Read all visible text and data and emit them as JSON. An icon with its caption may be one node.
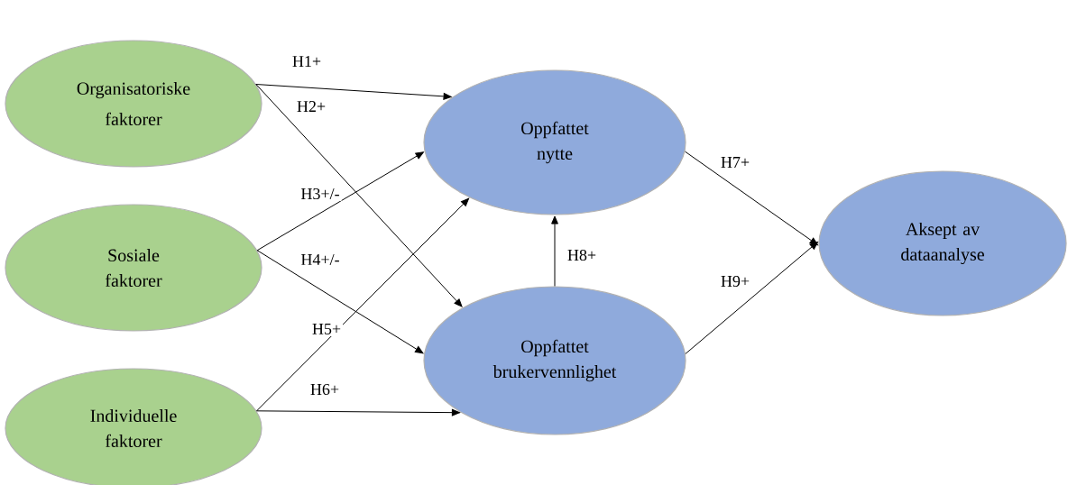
{
  "diagram": {
    "nodes": [
      {
        "text": [
          "Organisatoriske faktorer"
        ]
      },
      {
        "text": [
          "Sosiale faktorer"
        ]
      },
      {
        "text": [
          "Individuelle faktorer"
        ]
      },
      {
        "text": [
          "Oppfattet nytte"
        ]
      },
      {
        "text": [
          "Oppfattet brukervennlighet"
        ]
      },
      {
        "text": [
          "Aksept av dataanalyse"
        ]
      }
    ],
    "edges": [
      {
        "from": 0,
        "to": 3,
        "arrow": "to",
        "label": "H1+"
      },
      {
        "from": 0,
        "to": 4,
        "arrow": "to",
        "label": "H2+"
      },
      {
        "from": 1,
        "to": 3,
        "arrow": "to",
        "label": "H3+/-"
      },
      {
        "from": 1,
        "to": 4,
        "arrow": "to",
        "label": "H4+/-"
      },
      {
        "from": 2,
        "to": 3,
        "arrow": "to",
        "label": "H5+"
      },
      {
        "from": 2,
        "to": 4,
        "arrow": "to",
        "label": "H6+"
      },
      {
        "from": 3,
        "to": 5,
        "arrow": "to",
        "label": "H7+"
      },
      {
        "from": 4,
        "to": 3,
        "arrow": "to",
        "label": "H8+"
      },
      {
        "from": 4,
        "to": 5,
        "arrow": "to",
        "label": "H9+"
      }
    ]
  }
}
